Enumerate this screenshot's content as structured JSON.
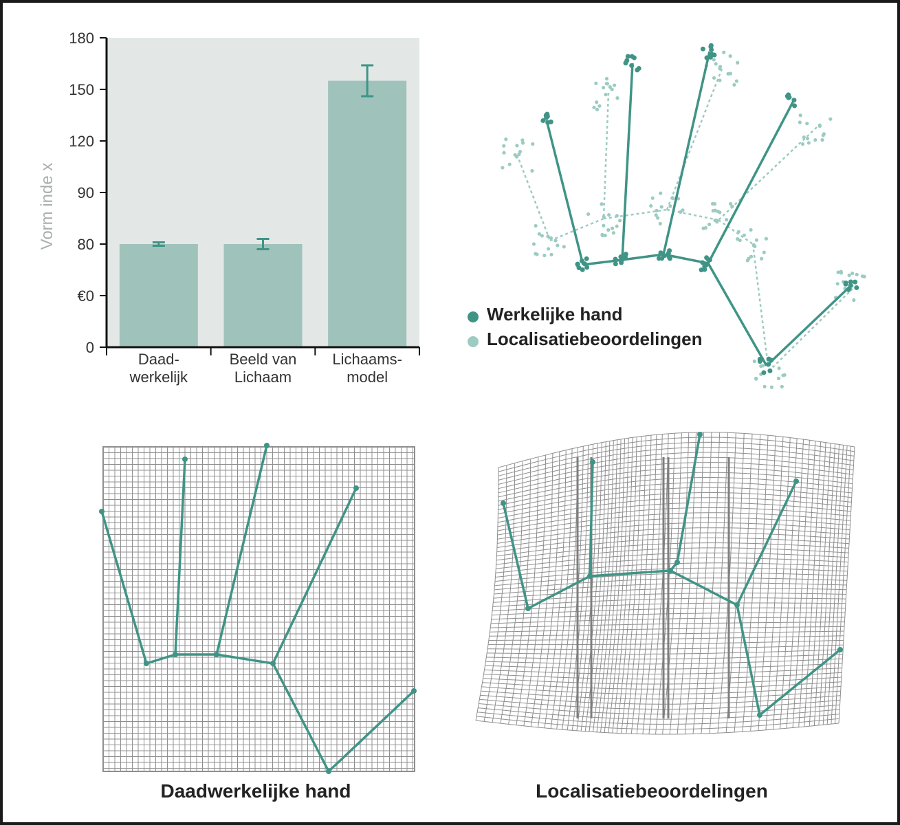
{
  "chart_data": [
    {
      "type": "bar",
      "ylabel": "Vorm inde x",
      "ylim": [
        0,
        180
      ],
      "yticks": [
        "0",
        "€0",
        "80",
        "90",
        "120",
        "150",
        "180"
      ],
      "ytick_values": [
        0,
        30,
        60,
        90,
        120,
        150,
        180
      ],
      "categories": [
        [
          "Daad-",
          "werkelijk"
        ],
        [
          "Beeld van",
          "Lichaam"
        ],
        [
          "Lichaams-",
          "model"
        ]
      ],
      "values": [
        60,
        60,
        155
      ],
      "errors": [
        1,
        3,
        9
      ],
      "colors": {
        "bar": "#9fc2bb",
        "background": "#e3e8e7",
        "error": "#3f9486",
        "axis": "#111111"
      }
    },
    {
      "type": "scatter",
      "legend": [
        {
          "label": "Werkelijke hand",
          "color": "#3f9486"
        },
        {
          "label": "Localisatiebeoordelingen",
          "color": "#9ccbc1"
        }
      ]
    }
  ],
  "panels": {
    "bottom_left_label": "Daadwerkelijke hand",
    "bottom_right_label": "Localisatiebeoordelingen",
    "hand_color": "#3f9486",
    "grid_color": "#8f8f8f"
  }
}
